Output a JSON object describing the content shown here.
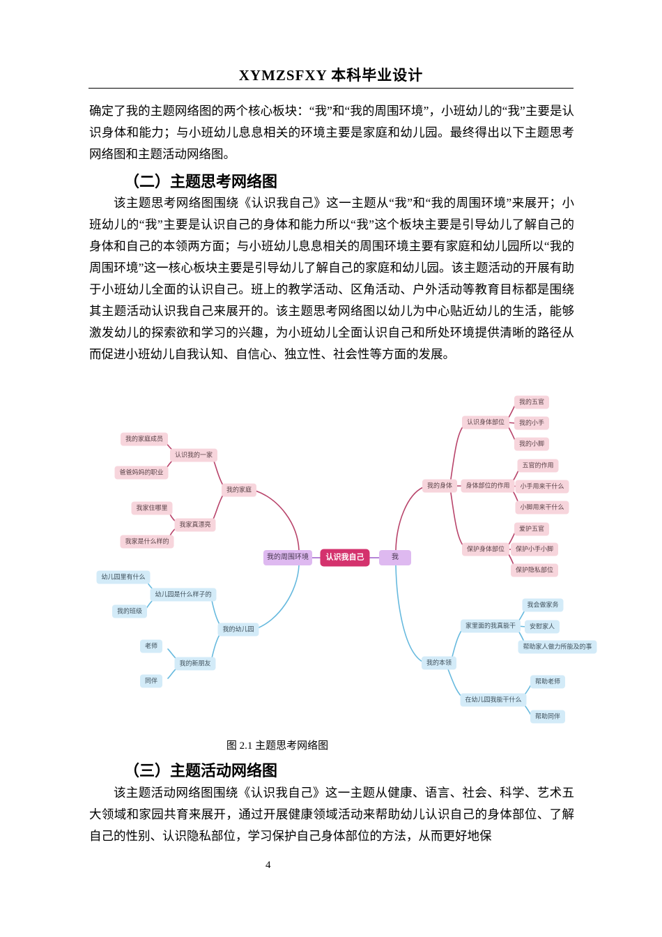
{
  "header": {
    "title": "XYMZSFXY 本科毕业设计"
  },
  "content": {
    "p1": "确定了我的主题网络图的两个核心板块：“我”和“我的周围环境”，小班幼儿的“我”主要是认识身体和能力；与小班幼儿息息相关的环境主要是家庭和幼儿园。最终得出以下主题思考网络图和主题活动网络图。",
    "h2": "（二）主题思考网络图",
    "p2": "该主题思考网络图围绕《认识我自己》这一主题从“我”和“我的周围环境”来展开；小班幼儿的“我”主要是认识自己的身体和能力所以“我”这个板块主要是引导幼儿了解自己的身体和自己的本领两方面；与小班幼儿息息相关的周围环境主要有家庭和幼儿园所以“我的周围环境”这一核心板块主要是引导幼儿了解自己的家庭和幼儿园。该主题活动的开展有助于小班幼儿全面的认识自己。班上的教学活动、区角活动、户外活动等教育目标都是围绕其主题活动认识我自己来展开的。该主题思考网络图以幼儿为中心贴近幼儿的生活，能够激发幼儿的探索欲和学习的兴趣，为小班幼儿全面认识自己和所处环境提供清晰的路径从而促进小班幼儿自我认知、自信心、独立性、社会性等方面的发展。",
    "figure_caption": "图 2.1 主题思考网络图",
    "h3": "（三）主题活动网络图",
    "p3": "该主题活动网络图围绕《认识我自己》这一主题从健康、语言、社会、科学、艺术五大领域和家园共育来展开，通过开展健康领域活动来帮助幼儿认识自己的身体部位、了解自己的性别、认识隐私部位，学习保护自己身体部位的方法，从而更好地保",
    "page_number": "4"
  },
  "mindmap": {
    "root": "认识我自己",
    "colors": {
      "root_fill": "#d4326d",
      "root_text": "#ffffff",
      "main_fill": "#deb9f0",
      "pink_node_fill": "#f7d5dc",
      "blue_node_fill": "#d3ebf8",
      "pink_line": "#b8436a",
      "blue_line": "#66b9de",
      "purple_line": "#b584d6"
    },
    "left": {
      "label": "我的周围环境",
      "branches": [
        {
          "label": "我的家庭",
          "children": [
            {
              "label": "认识我的一家",
              "children": [
                {
                  "label": "我的家庭成员"
                },
                {
                  "label": "爸爸妈妈的职业"
                }
              ]
            },
            {
              "label": "我家真漂亮",
              "children": [
                {
                  "label": "我家住哪里"
                },
                {
                  "label": "我家是什么样的"
                }
              ]
            }
          ]
        },
        {
          "label": "我的幼儿园",
          "children": [
            {
              "label": "幼儿园是什么样子的",
              "children": [
                {
                  "label": "幼儿园里有什么"
                },
                {
                  "label": "我的班级"
                }
              ]
            },
            {
              "label": "我的新朋友",
              "children": [
                {
                  "label": "老师"
                },
                {
                  "label": "同伴"
                }
              ]
            }
          ]
        }
      ]
    },
    "right": {
      "label": "我",
      "branches": [
        {
          "label": "我的身体",
          "children": [
            {
              "label": "认识身体部位",
              "children": [
                {
                  "label": "我的五官"
                },
                {
                  "label": "我的小手"
                },
                {
                  "label": "我的小脚"
                }
              ]
            },
            {
              "label": "身体部位的作用",
              "children": [
                {
                  "label": "五官的作用"
                },
                {
                  "label": "小手用来干什么"
                },
                {
                  "label": "小脚用来干什么"
                }
              ]
            },
            {
              "label": "保护身体部位",
              "children": [
                {
                  "label": "爱护五官"
                },
                {
                  "label": "保护小手小脚"
                },
                {
                  "label": "保护隐私部位"
                }
              ]
            }
          ]
        },
        {
          "label": "我的本领",
          "children": [
            {
              "label": "家里面的我真能干",
              "children": [
                {
                  "label": "我会做家务"
                },
                {
                  "label": "安慰家人"
                },
                {
                  "label": "帮助家人做力所能及的事"
                }
              ]
            },
            {
              "label": "在幼儿园我能干什么",
              "children": [
                {
                  "label": "帮助老师"
                },
                {
                  "label": "帮助同伴"
                }
              ]
            }
          ]
        }
      ]
    }
  }
}
